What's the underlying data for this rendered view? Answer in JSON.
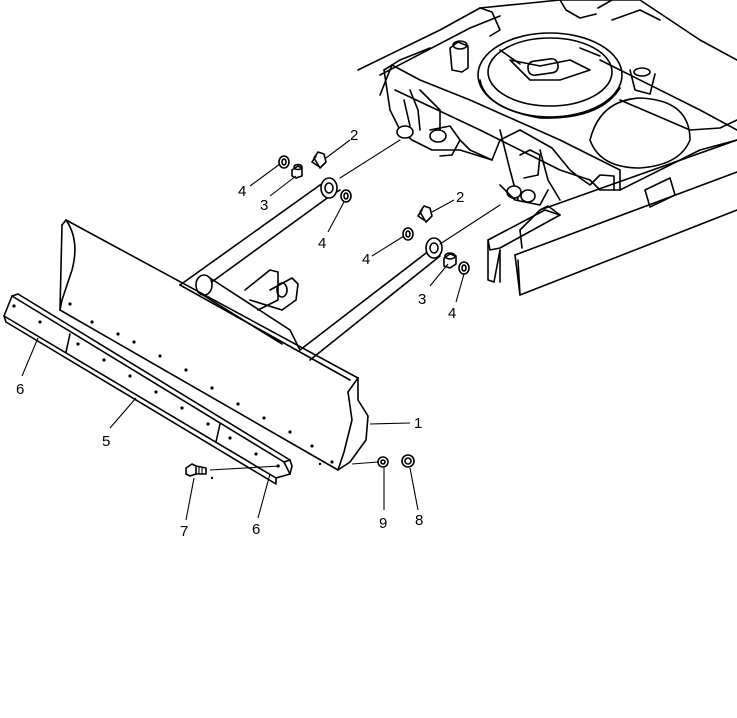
{
  "callouts": {
    "c1": "1",
    "c2a": "2",
    "c2b": "2",
    "c3a": "3",
    "c3b": "3",
    "c4a": "4",
    "c4b": "4",
    "c4c": "4",
    "c4d": "4",
    "c5": "5",
    "c6a": "6",
    "c6b": "6",
    "c7": "7",
    "c8": "8",
    "c9": "9"
  }
}
